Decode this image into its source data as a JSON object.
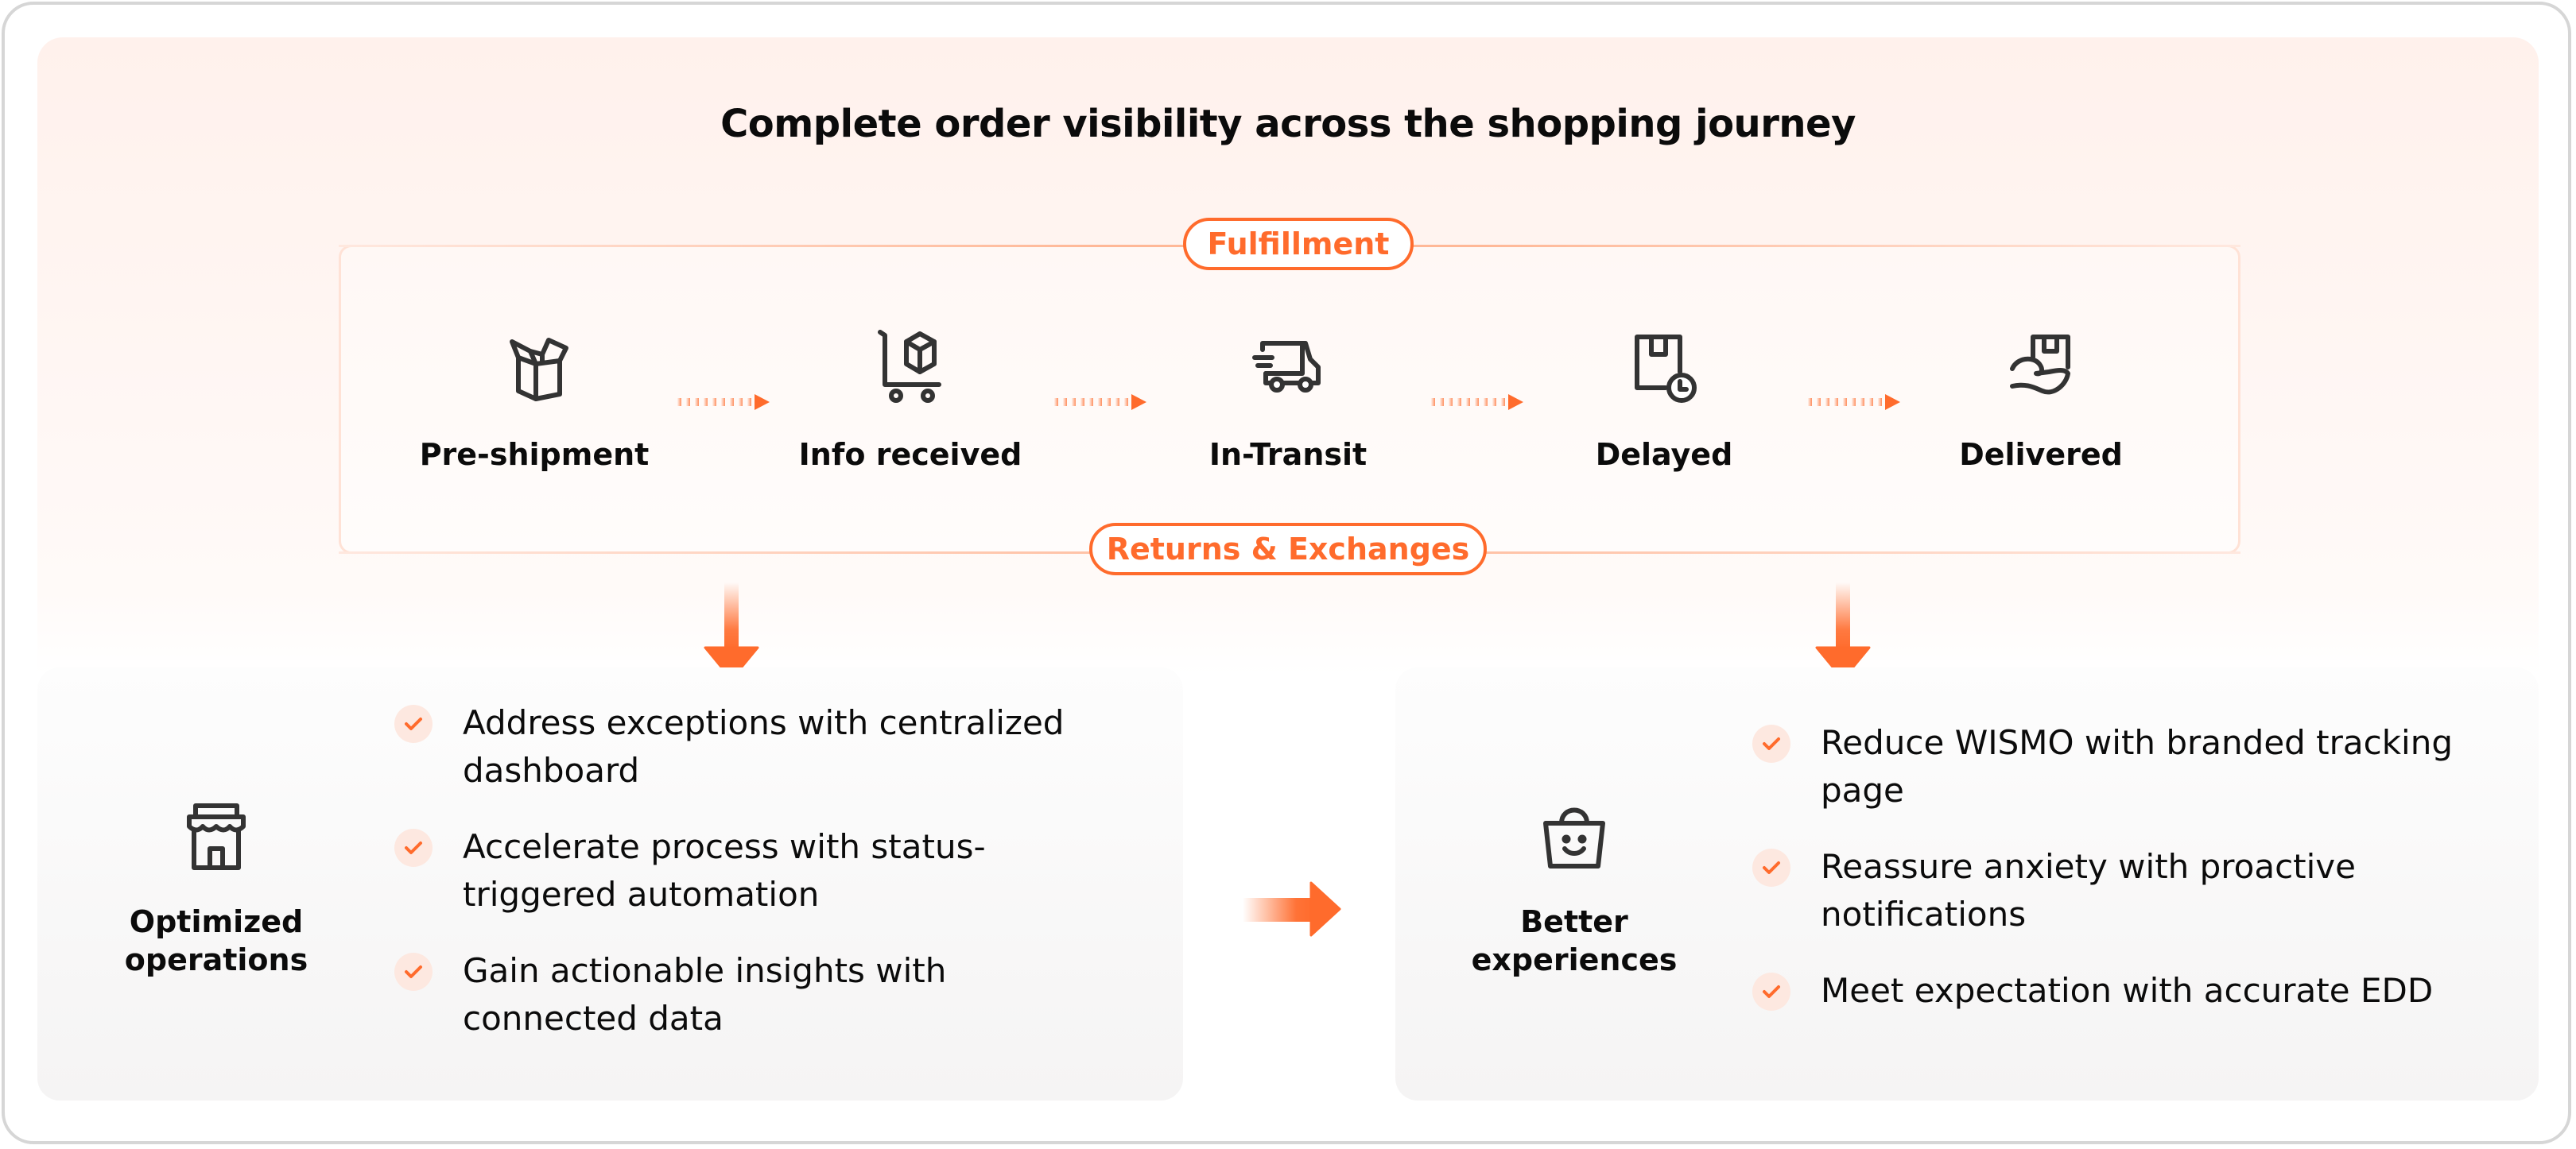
{
  "title": "Complete order visibility across the shopping journey",
  "accent_color": "#ff6b2c",
  "pills": {
    "fulfillment": "Fulfillment",
    "returns": "Returns & Exchanges"
  },
  "stages": [
    {
      "label": "Pre-shipment",
      "icon": "open-box-icon"
    },
    {
      "label": "Info received",
      "icon": "hand-truck-package-icon"
    },
    {
      "label": "In-Transit",
      "icon": "delivery-truck-icon"
    },
    {
      "label": "Delayed",
      "icon": "package-clock-icon"
    },
    {
      "label": "Delivered",
      "icon": "hand-package-icon"
    }
  ],
  "left_panel": {
    "heading": [
      "Optimized",
      "operations"
    ],
    "icon": "storefront-icon",
    "bullets": [
      [
        "Address exceptions with centralized",
        "dashboard"
      ],
      [
        "Accelerate process with status-",
        "triggered automation"
      ],
      [
        "Gain actionable insights with",
        "connected data"
      ]
    ]
  },
  "right_panel": {
    "heading": [
      "Better",
      "experiences"
    ],
    "icon": "smiling-shopping-bag-icon",
    "bullets": [
      [
        "Reduce WISMO with branded tracking",
        "page"
      ],
      [
        "Reassure anxiety with proactive",
        "notifications"
      ],
      [
        "Meet expectation with accurate EDD"
      ]
    ]
  }
}
